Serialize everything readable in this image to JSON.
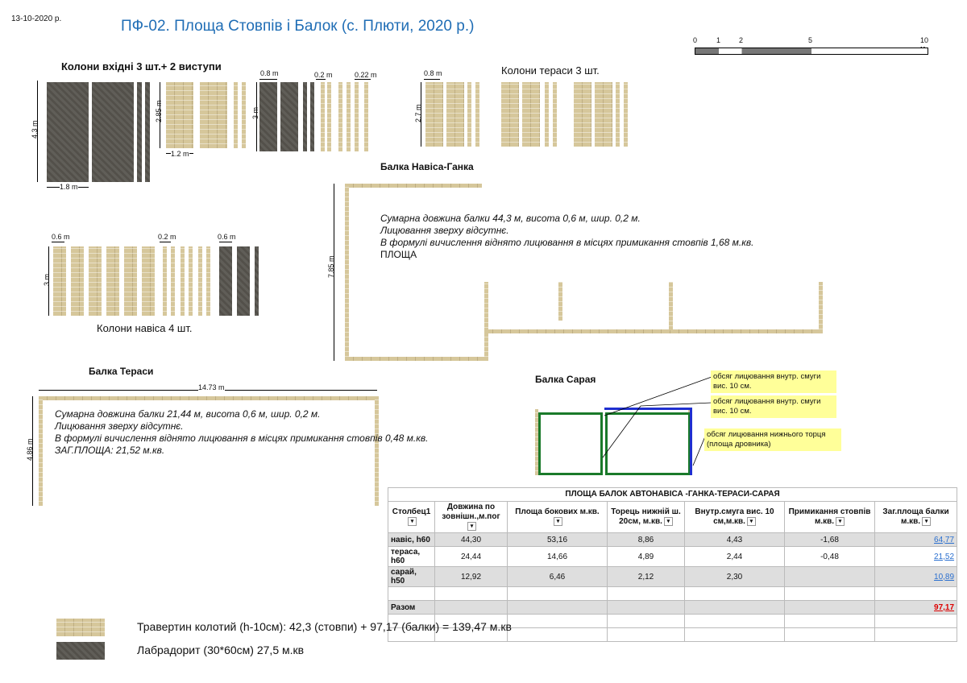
{
  "header": {
    "date": "13-10-2020 р.",
    "title": "ПФ-02. Площа Стовпів і Балок (с. Плюти, 2020 р.)"
  },
  "scale": {
    "ticks": [
      "0",
      "1",
      "2",
      "5",
      "10 м"
    ]
  },
  "groups": {
    "entry": "Колони вхідні 3 шт.+ 2 виступи",
    "terrace_cols": "Колони тераси 3 шт.",
    "canopy_cols": "Колони навіса 4 шт.",
    "beam_canopy": "Балка Навіса-Ганка",
    "beam_terrace": "Балка Тераси",
    "beam_shed": "Балка Сарая"
  },
  "dims": {
    "d43": "4.3 m",
    "d18": "1.8 m",
    "d285": "2.85 m",
    "d12": "1.2 m",
    "d08a": "0.8 m",
    "d3a": "3 m",
    "d02a": "0.2 m",
    "d022": "0.22 m",
    "d08b": "0.8 m",
    "d27": "2.7 m",
    "d06a": "0.6 m",
    "d02b": "0.2 m",
    "d06b": "0.6 m",
    "d3b": "3 m",
    "d785": "7.85 m",
    "d1473": "14.73 m",
    "d486": "4.86 m"
  },
  "notes": {
    "canopy": [
      "Сумарна довжина балки 44,3 м, висота 0,6 м, шир. 0,2 м.",
      "Лицювання зверху відсутнє.",
      "В формулі вичислення віднято лицювання в місцях примикання стовпів 1,68 м.кв.",
      "ПЛОЩА"
    ],
    "terrace": [
      "Сумарна довжина балки 21,44 м, висота 0,6 м, шир. 0,2 м.",
      "Лицювання зверху відсутнє.",
      "В формулі вичислення віднято лицювання в місцях примикання стовпів 0,48 м.кв.",
      "ЗАГ.ПЛОЩА: 21,52 м.кв."
    ]
  },
  "callouts": [
    "обсяг лицювання внутр. смуги вис. 10 см.",
    "обсяг лицювання внутр. смуги вис. 10 см.",
    "обсяг лицювання нижнього торця (площа дровника)"
  ],
  "table": {
    "caption": "ПЛОЩА БАЛОК АВТОНАВІСА -ГАНКА-ТЕРАСИ-САРАЯ",
    "headers": [
      "Столбец1",
      "Довжина по зовнішн.,м.пог",
      "Площа бокових м.кв.",
      "Торець нижній ш. 20см, м.кв.",
      "Внутр.смуга вис. 10 см,м.кв.",
      "Примикання стовпів м.кв.",
      "Заг.площа балки м.кв."
    ],
    "rows": [
      [
        "навіс, h60",
        "44,30",
        "53,16",
        "8,86",
        "4,43",
        "-1,68",
        "64,77"
      ],
      [
        "тераса, h60",
        "24,44",
        "14,66",
        "4,89",
        "2,44",
        "-0,48",
        "21,52"
      ],
      [
        "сарай, h50",
        "12,92",
        "6,46",
        "2,12",
        "2,30",
        "",
        "10,89"
      ]
    ],
    "total_label": "Разом",
    "total_value": "97,17"
  },
  "legend": {
    "travertine": "Травертин колотий (h-10см): 42,3 (стовпи) + 97,17 (балки) = 139,47 м.кв",
    "labradorite": "Лабрадорит (30*60см) 27,5  м.кв"
  },
  "colors": {
    "travertine": "#d6c79b",
    "labradorite": "#58554f",
    "title": "#1f6db5",
    "shed_green": "#1a7a2a",
    "shed_blue": "#1f2fd0"
  }
}
